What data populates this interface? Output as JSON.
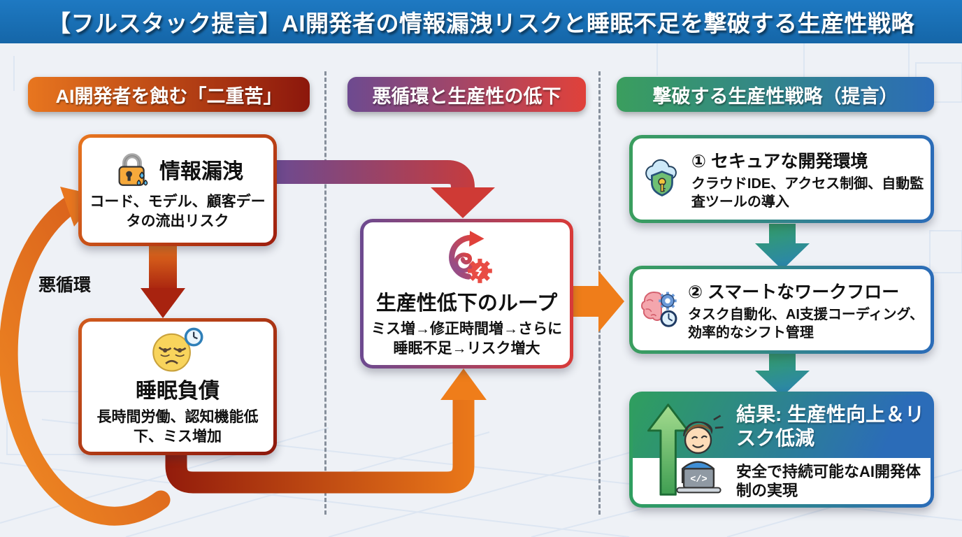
{
  "title": "【フルスタック提言】AI開発者の情報漏洩リスクと睡眠不足を撃破する生産性戦略",
  "columns": {
    "left": {
      "header": "AI開発者を蝕む「二重苦」",
      "cycle_label": "悪循環",
      "boxes": [
        {
          "title": "情報漏洩",
          "body": "コード、モデル、顧客データの流出リスク",
          "icon": "leaking-lock-icon"
        },
        {
          "title": "睡眠負債",
          "body": "長時間労働、認知機能低下、ミス増加",
          "icon": "tired-face-clock-icon"
        }
      ]
    },
    "middle": {
      "header": "悪循環と生産性の低下",
      "box": {
        "title": "生産性低下のループ",
        "body": "ミス増→修正時間増→さらに睡眠不足→リスク増大",
        "icon": "spiral-gear-icon"
      }
    },
    "right": {
      "header": "撃破する生産性戦略（提言）",
      "boxes": [
        {
          "title": "① セキュアな開発環境",
          "body": "クラウドIDE、アクセス制御、自動監査ツールの導入",
          "icon": "cloud-shield-key-icon"
        },
        {
          "title": "② スマートなワークフロー",
          "body": "タスク自動化、AI支援コーディング、効率的なシフト管理",
          "icon": "brain-gear-clock-icon"
        },
        {
          "title": "結果: 生産性向上＆リスク低減",
          "body": "安全で持続可能なAI開発体制の実現",
          "icon": "growth-developer-icon"
        }
      ]
    }
  },
  "colors": {
    "titlebar_blue": "#1a70b8",
    "background": "#eef1f6",
    "header_left_gradient": [
      "#e8761f",
      "#8c170c"
    ],
    "header_mid_gradient": [
      "#6d4a90",
      "#e0413a"
    ],
    "header_right_gradient": [
      "#3a9e5e",
      "#2b6cb8"
    ],
    "arrow_orange": "#ef7d1a",
    "arrow_dark_red": "#9d1d0e",
    "arrow_purple": "#6d4a90",
    "arrow_red": "#cf3a35",
    "arrow_green": "#34a062",
    "result_gradient": [
      "#2f9e5f",
      "#2b6cb8"
    ]
  }
}
